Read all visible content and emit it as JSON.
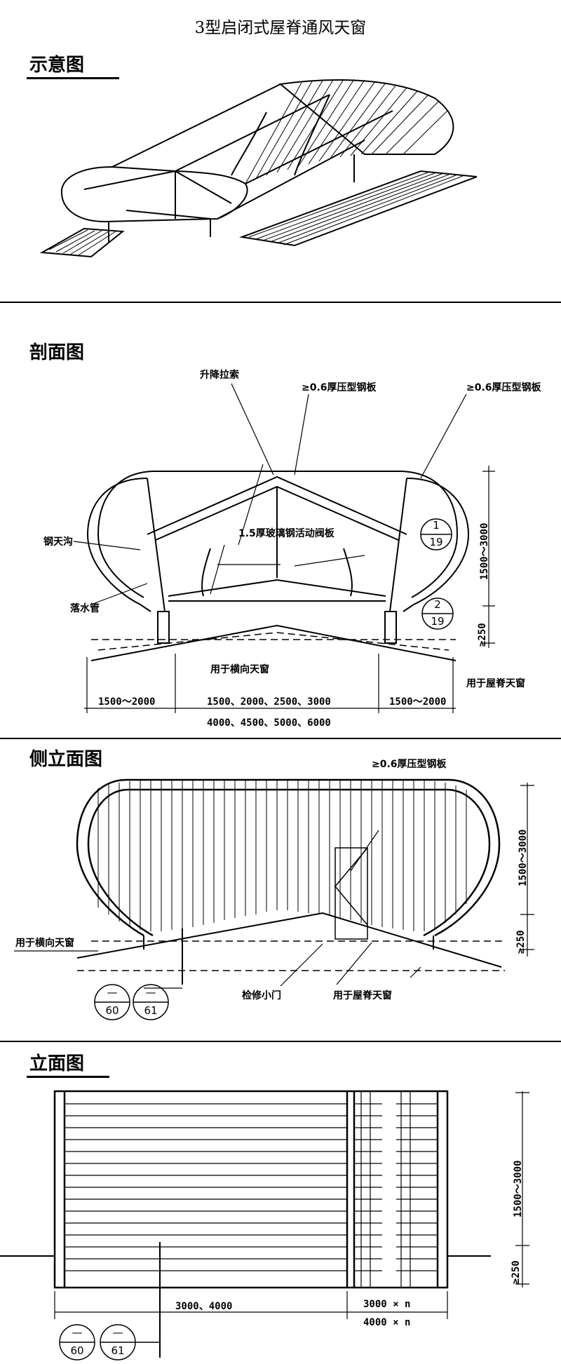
{
  "title": "3型启闭式屋脊通风天窗",
  "sections": {
    "schematic": {
      "title": "示意图"
    },
    "section": {
      "title": "剖面图",
      "labels": {
        "lift_cable": "升降拉索",
        "steel_sheet_left": "≥0.6厚压型钢板",
        "steel_sheet_right": "≥0.6厚压型钢板",
        "gutter": "钢天沟",
        "valve_plate": "1.5厚玻璃钢活动阀板",
        "downpipe": "落水管",
        "for_transverse": "用于横向天窗",
        "for_ridge": "用于屋脊天窗"
      },
      "refs": [
        {
          "top": "1",
          "bottom": "19"
        },
        {
          "top": "2",
          "bottom": "19"
        }
      ],
      "dims": {
        "left": "1500～2000",
        "middle_1": "1500、2000、2500、3000",
        "middle_2": "4000、4500、5000、6000",
        "right": "1500～2000",
        "height": "1500～3000",
        "base": "≥250"
      }
    },
    "side": {
      "title": "侧立面图",
      "labels": {
        "steel_sheet": "≥0.6厚压型钢板",
        "for_transverse": "用于横向天窗",
        "access_door": "检修小门",
        "for_ridge": "用于屋脊天窗"
      },
      "refs": [
        {
          "top": "—",
          "bottom": "60"
        },
        {
          "top": "—",
          "bottom": "61"
        }
      ],
      "dims": {
        "height": "1500～3000",
        "base": "≥250"
      }
    },
    "elevation": {
      "title": "立面图",
      "refs": [
        {
          "top": "—",
          "bottom": "60"
        },
        {
          "top": "—",
          "bottom": "61"
        }
      ],
      "dims": {
        "left": "3000、4000",
        "right_1": "3000 × n",
        "right_2": "4000 × n",
        "height": "1500～3000",
        "base": "≥250"
      }
    }
  }
}
